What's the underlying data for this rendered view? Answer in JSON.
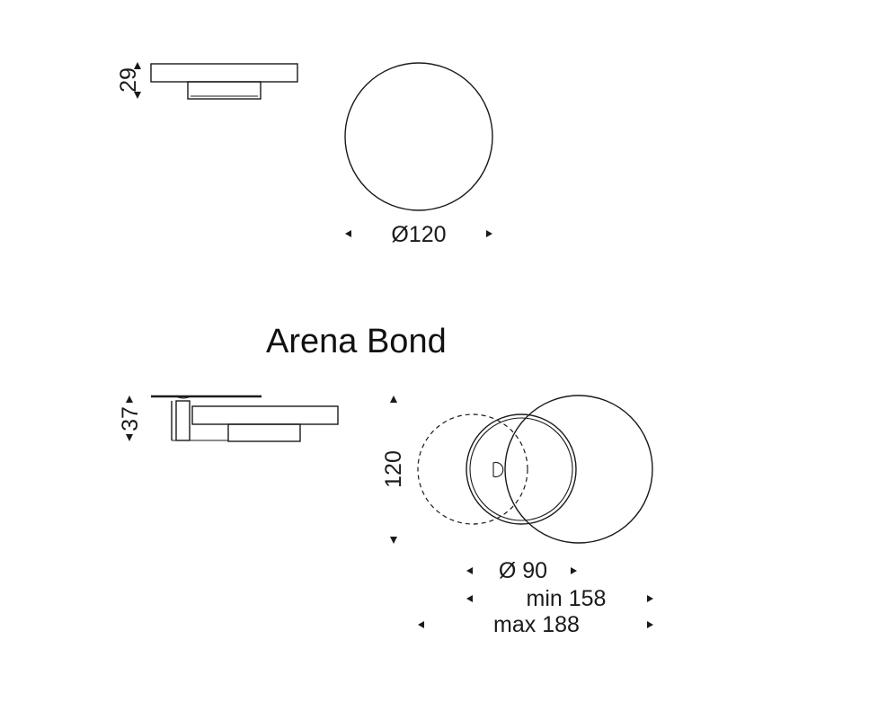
{
  "title": "Arena Bond",
  "dimensions": {
    "single_height": "29",
    "single_diameter": "Ø120",
    "bond_height": "37",
    "bond_depth": "120",
    "bond_diameter": "Ø 90",
    "bond_min_width": "min 158",
    "bond_max_width": "max 188"
  }
}
